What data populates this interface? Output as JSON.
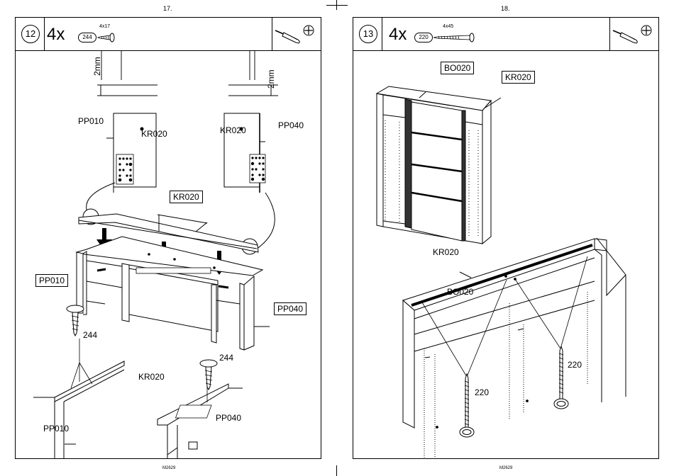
{
  "pages": {
    "left": {
      "page_number": "17.",
      "step": "12",
      "quantity": "4x",
      "part_code": "244",
      "screw_size": "4x17",
      "callouts": {
        "gap_top_left": "2mm",
        "gap_top_right": "2mm",
        "pp010_top": "PP010",
        "kr020_detail_left": "KR020",
        "kr020_detail_right": "KR020",
        "pp040_top": "PP040",
        "kr020_boxed": "KR020",
        "pp010_boxed": "PP010",
        "pp040_boxed": "PP040",
        "screw_left": "244",
        "screw_right": "244",
        "kr020_bottom": "KR020",
        "pp010_bottom": "PP010",
        "pp040_bottom": "PP040"
      },
      "footer_code": "M2629"
    },
    "right": {
      "page_number": "18.",
      "step": "13",
      "quantity": "4x",
      "part_code": "220",
      "screw_size": "4x45",
      "callouts": {
        "bo020_boxed": "BO020",
        "kr020_boxed": "KR020",
        "kr020_rail": "KR020",
        "bo020_rail": "BO020",
        "screw_left": "220",
        "screw_right": "220"
      },
      "footer_code": "M2629"
    }
  },
  "icons": [
    "screwdriver-icon",
    "phillips-screw-head-icon",
    "screw-icon",
    "arrow-down-icon"
  ]
}
